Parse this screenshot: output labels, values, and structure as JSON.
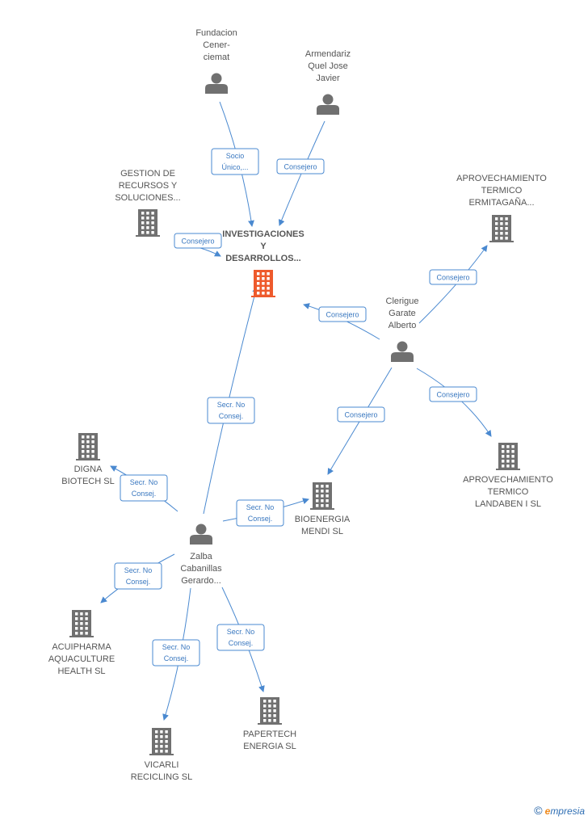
{
  "colors": {
    "edge": "#4a89d0",
    "person": "#707070",
    "company": "#707070",
    "main": "#ee5a2c"
  },
  "nodes": [
    {
      "id": "fundacion",
      "type": "person",
      "label": [
        "Fundacion",
        "Cener-",
        "ciemat"
      ]
    },
    {
      "id": "armendariz",
      "type": "person",
      "label": [
        "Armendariz",
        "Quel Jose",
        "Javier"
      ]
    },
    {
      "id": "gestion",
      "type": "company",
      "label": [
        "GESTION DE",
        "RECURSOS Y",
        "SOLUCIONES..."
      ]
    },
    {
      "id": "main",
      "type": "company-main",
      "label": [
        "INVESTIGACIONES",
        "Y",
        "DESARROLLOS..."
      ]
    },
    {
      "id": "ermitagana",
      "type": "company",
      "label": [
        "APROVECHAMIENTO",
        "TERMICO",
        "ERMITAGAÑA..."
      ]
    },
    {
      "id": "clerigue",
      "type": "person",
      "label": [
        "Clerigue",
        "Garate",
        "Alberto"
      ]
    },
    {
      "id": "landaben",
      "type": "company",
      "label": [
        "APROVECHAMIENTO",
        "TERMICO",
        "LANDABEN I SL"
      ]
    },
    {
      "id": "digna",
      "type": "company",
      "label": [
        "DIGNA",
        "BIOTECH SL"
      ]
    },
    {
      "id": "bioenergia",
      "type": "company",
      "label": [
        "BIOENERGIA",
        "MENDI SL"
      ]
    },
    {
      "id": "zalba",
      "type": "person",
      "label": [
        "Zalba",
        "Cabanillas",
        "Gerardo..."
      ]
    },
    {
      "id": "acuipharma",
      "type": "company",
      "label": [
        "ACUIPHARMA",
        "AQUACULTURE",
        "HEALTH  SL"
      ]
    },
    {
      "id": "papertech",
      "type": "company",
      "label": [
        "PAPERTECH",
        "ENERGIA SL"
      ]
    },
    {
      "id": "vicarli",
      "type": "company",
      "label": [
        "VICARLI",
        "RECICLING SL"
      ]
    }
  ],
  "edges": [
    {
      "from": "fundacion",
      "to": "main",
      "label": [
        "Socio",
        "Único,..."
      ]
    },
    {
      "from": "armendariz",
      "to": "main",
      "label": [
        "Consejero"
      ]
    },
    {
      "from": "gestion",
      "to": "main",
      "label": [
        "Consejero"
      ]
    },
    {
      "from": "clerigue",
      "to": "main",
      "label": [
        "Consejero"
      ]
    },
    {
      "from": "clerigue",
      "to": "ermitagana",
      "label": [
        "Consejero"
      ]
    },
    {
      "from": "clerigue",
      "to": "landaben",
      "label": [
        "Consejero"
      ]
    },
    {
      "from": "clerigue",
      "to": "bioenergia",
      "label": [
        "Consejero"
      ]
    },
    {
      "from": "zalba",
      "to": "main",
      "label": [
        "Secr.  No",
        "Consej."
      ]
    },
    {
      "from": "zalba",
      "to": "digna",
      "label": [
        "Secr.  No",
        "Consej."
      ]
    },
    {
      "from": "zalba",
      "to": "bioenergia",
      "label": [
        "Secr.  No",
        "Consej."
      ]
    },
    {
      "from": "zalba",
      "to": "acuipharma",
      "label": [
        "Secr.  No",
        "Consej."
      ]
    },
    {
      "from": "zalba",
      "to": "vicarli",
      "label": [
        "Secr.  No",
        "Consej."
      ]
    },
    {
      "from": "zalba",
      "to": "papertech",
      "label": [
        "Secr.  No",
        "Consej."
      ]
    }
  ],
  "logo": {
    "copyright": "©",
    "brand_e": "e",
    "brand_rest": "mpresia"
  }
}
